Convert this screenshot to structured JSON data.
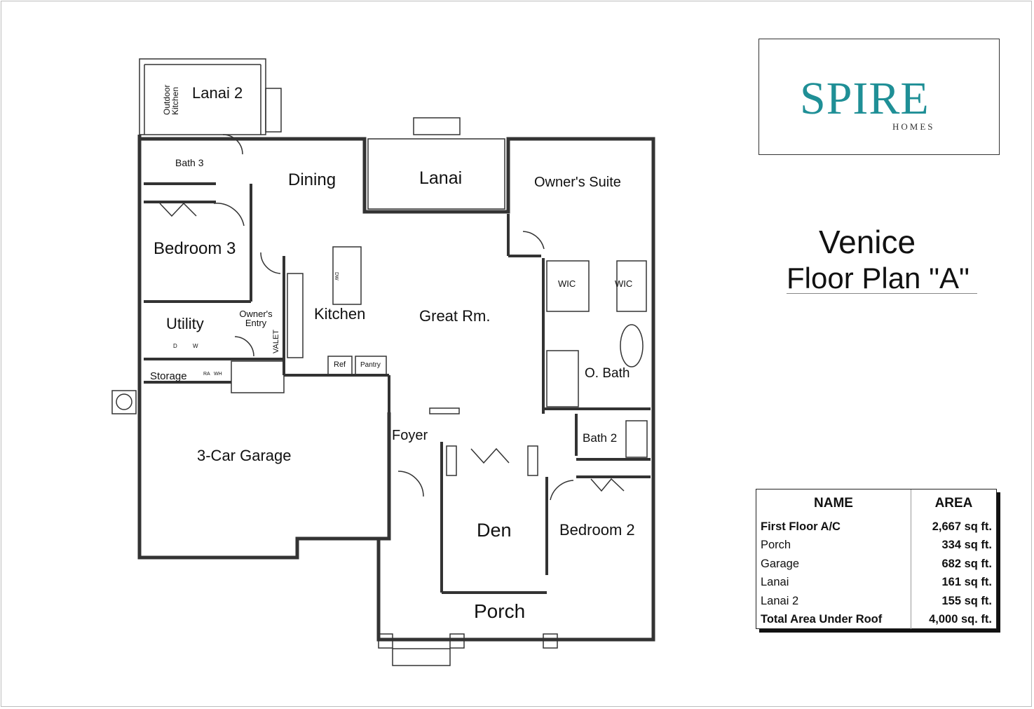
{
  "brand": {
    "name": "SPIRE",
    "sub": "HOMES",
    "accent_color": "#1f8f96"
  },
  "title": {
    "line1": "Venice",
    "line2": "Floor Plan \"A\""
  },
  "rooms": {
    "lanai2": "Lanai 2",
    "outdoor_kitchen": "Outdoor Kitchen",
    "bath3": "Bath 3",
    "dining": "Dining",
    "lanai": "Lanai",
    "owners_suite": "Owner's Suite",
    "bedroom3": "Bedroom 3",
    "kitchen": "Kitchen",
    "great_rm": "Great Rm.",
    "wic1": "WIC",
    "wic2": "WIC",
    "utility": "Utility",
    "owners_entry": "Owner's Entry",
    "valet": "VALET",
    "ref": "Ref",
    "pantry": "Pantry",
    "storage": "Storage",
    "o_bath": "O. Bath",
    "foyer": "Foyer",
    "bath2": "Bath 2",
    "garage": "3-Car Garage",
    "den": "Den",
    "bedroom2": "Bedroom 2",
    "porch": "Porch",
    "dryer": "D",
    "washer": "W",
    "dw": "DW",
    "wh": "WH",
    "ra": "RA"
  },
  "area_table": {
    "headers": {
      "name": "NAME",
      "area": "AREA"
    },
    "rows": [
      {
        "name": "First Floor A/C",
        "area": "2,667 sq ft.",
        "bold": true
      },
      {
        "name": "Porch",
        "area": "334 sq ft.",
        "bold": false
      },
      {
        "name": "Garage",
        "area": "682 sq ft.",
        "bold": false
      },
      {
        "name": "Lanai",
        "area": "161 sq ft.",
        "bold": false
      },
      {
        "name": "Lanai 2",
        "area": "155 sq ft.",
        "bold": false
      },
      {
        "name": "Total Area Under Roof",
        "area": "4,000 sq. ft.",
        "bold": true
      }
    ]
  }
}
